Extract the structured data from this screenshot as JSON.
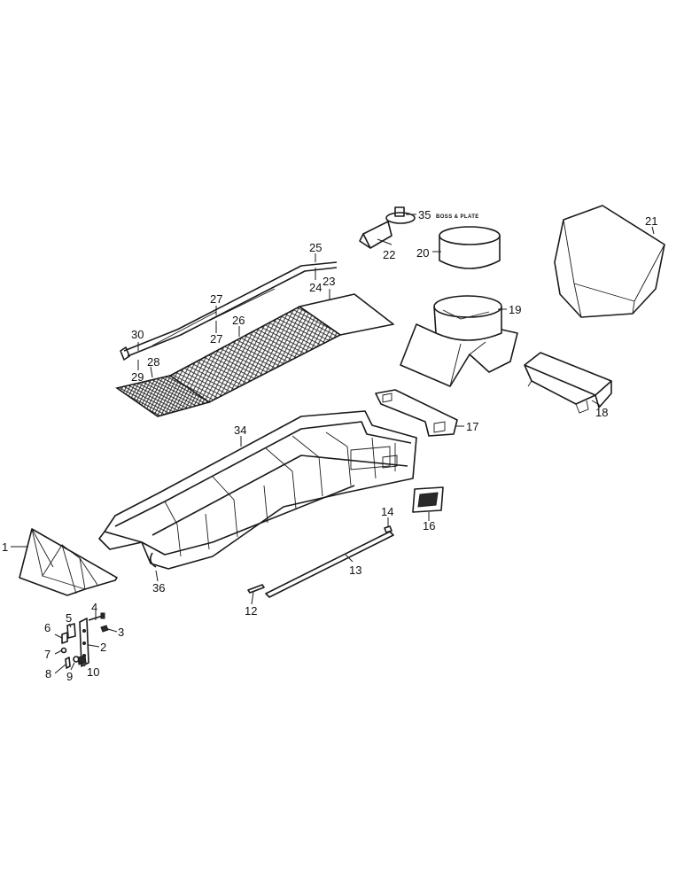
{
  "callouts": [
    {
      "id": "1",
      "label": "1"
    },
    {
      "id": "2",
      "label": "2"
    },
    {
      "id": "3",
      "label": "3"
    },
    {
      "id": "4",
      "label": "4"
    },
    {
      "id": "5",
      "label": "5"
    },
    {
      "id": "6",
      "label": "6"
    },
    {
      "id": "7",
      "label": "7"
    },
    {
      "id": "8",
      "label": "8"
    },
    {
      "id": "9",
      "label": "9"
    },
    {
      "id": "10",
      "label": "10"
    },
    {
      "id": "12",
      "label": "12"
    },
    {
      "id": "13",
      "label": "13"
    },
    {
      "id": "14",
      "label": "14"
    },
    {
      "id": "16",
      "label": "16"
    },
    {
      "id": "17",
      "label": "17"
    },
    {
      "id": "18",
      "label": "18"
    },
    {
      "id": "19",
      "label": "19"
    },
    {
      "id": "20",
      "label": "20"
    },
    {
      "id": "21",
      "label": "21"
    },
    {
      "id": "22",
      "label": "22"
    },
    {
      "id": "23",
      "label": "23"
    },
    {
      "id": "24",
      "label": "24"
    },
    {
      "id": "25",
      "label": "25"
    },
    {
      "id": "26",
      "label": "26"
    },
    {
      "id": "27a",
      "label": "27"
    },
    {
      "id": "27b",
      "label": "27"
    },
    {
      "id": "28",
      "label": "28"
    },
    {
      "id": "29",
      "label": "29"
    },
    {
      "id": "30",
      "label": "30"
    },
    {
      "id": "34",
      "label": "34"
    },
    {
      "id": "35",
      "label": "35"
    },
    {
      "id": "36",
      "label": "36"
    }
  ],
  "notes": {
    "boss_plate": "BOSS & PLATE"
  }
}
